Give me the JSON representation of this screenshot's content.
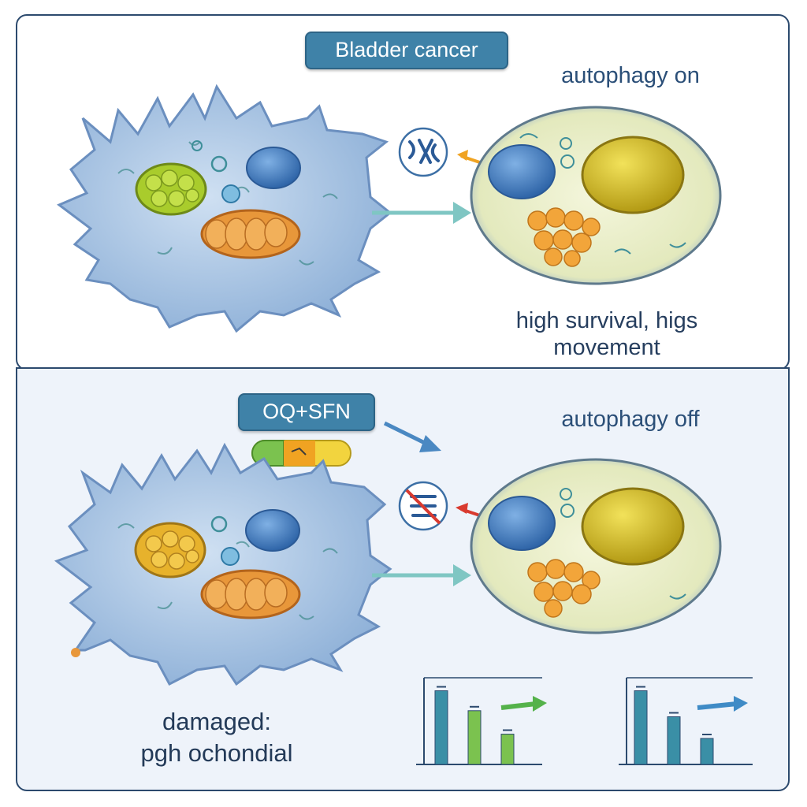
{
  "title": "Bladder cancer",
  "top_panel": {
    "status": "autophagy on",
    "outcome_line1": "high survival, higs",
    "outcome_line2": "movement"
  },
  "bottom_panel": {
    "treatment": "OQ+SFN",
    "status": "autophagy off",
    "damage_line1": "damaged:",
    "damage_line2": "pgh ochondial"
  },
  "chart_data": [
    {
      "type": "bar",
      "values": [
        0.85,
        0.62,
        0.35
      ],
      "colors": [
        "#3a8fa6",
        "#7bc24f",
        "#7bc24f"
      ],
      "trend_arrow_color": "#54b24a"
    },
    {
      "type": "bar",
      "values": [
        0.85,
        0.55,
        0.3
      ],
      "colors": [
        "#3a8fa6",
        "#3a8fa6",
        "#3a8fa6"
      ],
      "trend_arrow_color": "#3f8bc6"
    }
  ],
  "icons": {
    "top_indicator": "autophagy-active-icon",
    "bottom_indicator": "autophagy-blocked-icon",
    "pill": "drug-capsule-icon"
  },
  "colors": {
    "cell_body": "#a9c4e2",
    "nucleus_blue": "#4f86c6",
    "lysosome_yellow": "#d8c02a",
    "mitochondria_orange": "#e8973a",
    "arrow_teal": "#7fc6c3",
    "arrow_blue": "#4a88c2",
    "arrow_red": "#d93a2f",
    "arrow_orange": "#f0a322"
  }
}
